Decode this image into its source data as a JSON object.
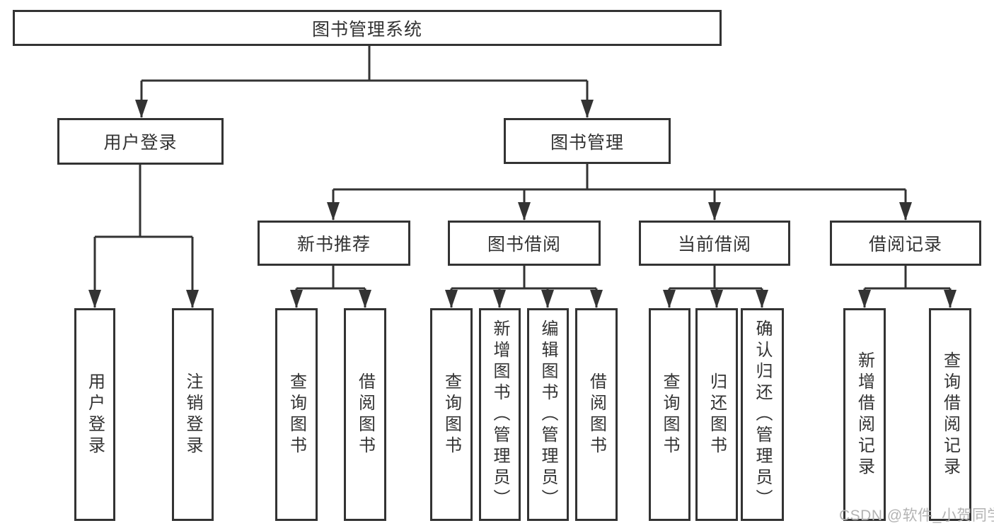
{
  "colors": {
    "line": "#333333",
    "box_border": "#333333",
    "text": "#333333",
    "watermark_text": "#b3b3b3",
    "background": "#ffffff"
  },
  "watermark": "CSDN @软件_小贺同学",
  "tree": {
    "root": {
      "label": "图书管理系统"
    },
    "level1": [
      {
        "label": "用户登录",
        "leaves": [
          "用户登录",
          "注销登录"
        ]
      },
      {
        "label": "图书管理",
        "groups": [
          {
            "label": "新书推荐",
            "leaves": [
              "查询图书",
              "借阅图书"
            ]
          },
          {
            "label": "图书借阅",
            "leaves": [
              "查询图书",
              "新增图书（管理员）",
              "编辑图书（管理员）",
              "借阅图书"
            ]
          },
          {
            "label": "当前借阅",
            "leaves": [
              "查询图书",
              "归还图书",
              "确认归还（管理员）"
            ]
          },
          {
            "label": "借阅记录",
            "leaves": [
              "新增借阅记录",
              "查询借阅记录"
            ]
          }
        ]
      }
    ]
  }
}
